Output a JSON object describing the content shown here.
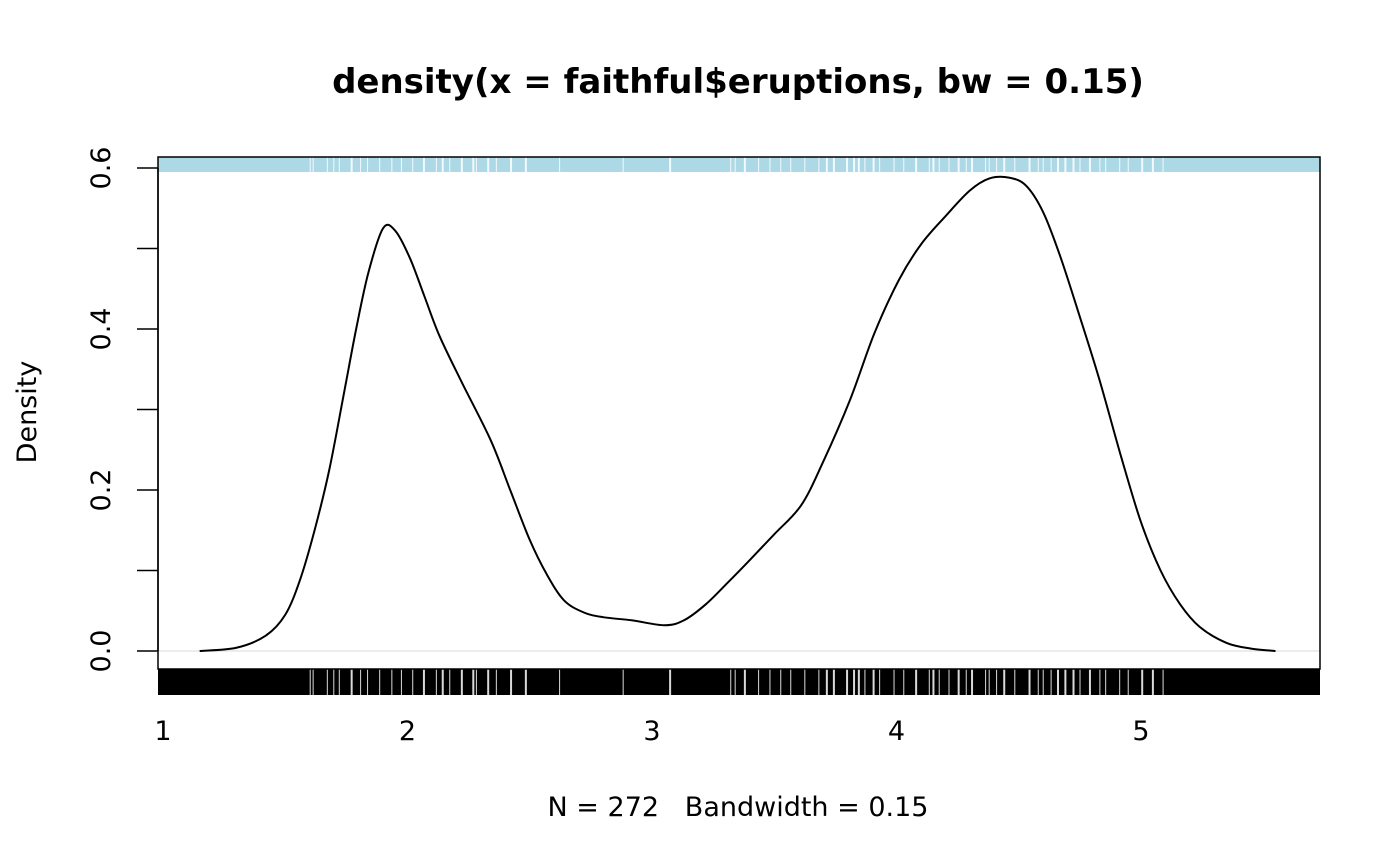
{
  "chart_data": {
    "type": "line",
    "title": "density(x = faithful$eruptions, bw = 0.15)",
    "xlabel": "N = 272   Bandwidth = 0.15",
    "ylabel": "Density",
    "xlim": [
      0.98,
      5.72
    ],
    "ylim": [
      -0.055,
      0.6
    ],
    "x_ticks": [
      1,
      2,
      3,
      4,
      5
    ],
    "x_tick_labels": [
      "1",
      "2",
      "3",
      "4",
      "5"
    ],
    "y_ticks": [
      0.0,
      0.1,
      0.2,
      0.3,
      0.4,
      0.5,
      0.6
    ],
    "y_tick_labels": [
      "0.0",
      "0.2",
      "0.4",
      "0.6"
    ],
    "y_labeled_ticks": [
      0.0,
      0.2,
      0.4,
      0.6
    ],
    "colors": {
      "curve": "#000000",
      "rug_top": "#add8e6",
      "rug_bottom": "#000000",
      "zero_line": "#d9d9d9"
    },
    "series": [
      {
        "name": "density",
        "x": [
          1.15,
          1.3,
          1.42,
          1.5,
          1.56,
          1.62,
          1.68,
          1.74,
          1.79,
          1.84,
          1.9,
          1.95,
          2.01,
          2.07,
          2.13,
          2.22,
          2.34,
          2.42,
          2.5,
          2.57,
          2.64,
          2.72,
          2.8,
          2.92,
          3.05,
          3.13,
          3.22,
          3.31,
          3.4,
          3.5,
          3.61,
          3.7,
          3.81,
          3.91,
          4.01,
          4.1,
          4.2,
          4.3,
          4.38,
          4.46,
          4.53,
          4.6,
          4.67,
          4.75,
          4.83,
          4.92,
          5.0,
          5.08,
          5.16,
          5.24,
          5.35,
          5.45,
          5.55
        ],
        "y": [
          0.0,
          0.004,
          0.019,
          0.045,
          0.088,
          0.15,
          0.225,
          0.32,
          0.4,
          0.47,
          0.525,
          0.522,
          0.488,
          0.44,
          0.392,
          0.335,
          0.262,
          0.2,
          0.138,
          0.095,
          0.063,
          0.048,
          0.042,
          0.038,
          0.032,
          0.038,
          0.058,
          0.085,
          0.113,
          0.145,
          0.181,
          0.235,
          0.312,
          0.395,
          0.461,
          0.505,
          0.54,
          0.572,
          0.587,
          0.588,
          0.578,
          0.545,
          0.49,
          0.415,
          0.337,
          0.24,
          0.16,
          0.1,
          0.058,
          0.03,
          0.01,
          0.003,
          0.0
        ]
      }
    ],
    "rug": {
      "dense_ranges": [
        [
          1.6,
          2.43
        ],
        [
          3.32,
          5.1
        ]
      ],
      "isolated_values": [
        2.48,
        2.62,
        2.88,
        3.07
      ]
    }
  }
}
